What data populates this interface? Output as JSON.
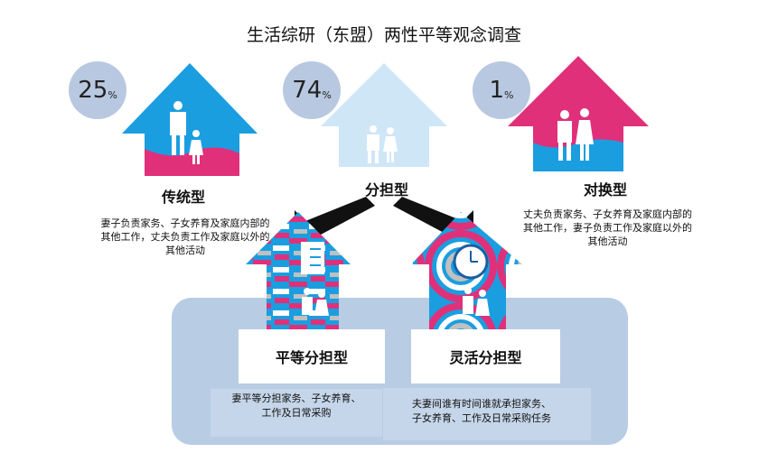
{
  "title": "生活综研（东盟）两性平等观念调查",
  "types": [
    {
      "label": "传统型",
      "percent": "25",
      "unit": "%",
      "desc": [
        "妻子负责家务、子女养育及家庭内部的",
        "其他工作，丈夫负责工作及家庭以外的",
        "其他活动"
      ]
    },
    {
      "label": "分担型",
      "percent": "74",
      "unit": "%"
    },
    {
      "label": "对换型",
      "percent": "1",
      "unit": "%",
      "desc": [
        "丈夫负责家务、子女养育及家庭内部的",
        "其他工作，妻子负责工作及家庭以外的",
        "其他活动"
      ]
    }
  ],
  "subtypes": [
    {
      "label": "平等分担型",
      "desc": [
        "妻平等分担家务、子女养育、",
        "工作及日常采购"
      ]
    },
    {
      "label": "灵活分担型",
      "desc": [
        "夫妻间谁有时间谁就承担家务、",
        "子女养育、工作及日常采购任务"
      ]
    }
  ],
  "colors": {
    "blue": "#1a9ee0",
    "pink": "#e0307a",
    "light_blue": "#cfe6f7",
    "panel": "#b8cce4",
    "circle": "#b8c8e0"
  }
}
